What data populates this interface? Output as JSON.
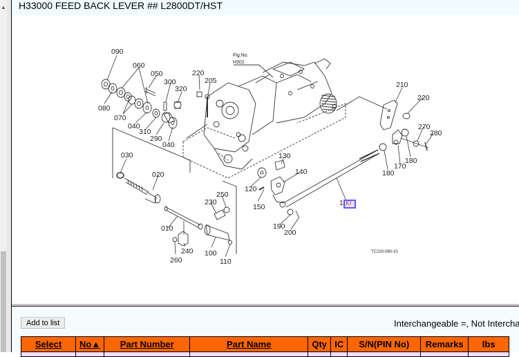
{
  "page": {
    "title": "H33000 FEED BACK LEVER ## L2800DT/HST"
  },
  "diagram": {
    "figure_label": "Fig.No.",
    "figure_number": "H301",
    "drawing_code": "TC220-080-10",
    "callouts": [
      "090",
      "060",
      "050",
      "300",
      "320",
      "220",
      "205",
      "080",
      "070",
      "040",
      "310",
      "290",
      "040",
      "030",
      "020",
      "250",
      "230",
      "010",
      "240",
      "260",
      "100",
      "110",
      "130",
      "140",
      "120",
      "150",
      "190",
      "200",
      "160",
      "210",
      "220",
      "270",
      "280",
      "180",
      "170",
      "180"
    ]
  },
  "actions": {
    "add_to_list": "Add to list",
    "interchangeable_note": "Interchangeable =, Not Intercha"
  },
  "table": {
    "headers": [
      {
        "label": "Select",
        "link": true
      },
      {
        "label": "No▲",
        "link": true
      },
      {
        "label": "Part Number",
        "link": true
      },
      {
        "label": "Part Name",
        "link": true
      },
      {
        "label": "Qty",
        "link": false
      },
      {
        "label": "IC",
        "link": false
      },
      {
        "label": "S/N(PIN No)",
        "link": false
      },
      {
        "label": "Remarks",
        "link": false
      },
      {
        "label": "lbs",
        "link": false
      }
    ]
  },
  "colors": {
    "header_bg": "#ff6600",
    "row_bg": "#f3dcf3",
    "highlight": "#5a5aff"
  }
}
